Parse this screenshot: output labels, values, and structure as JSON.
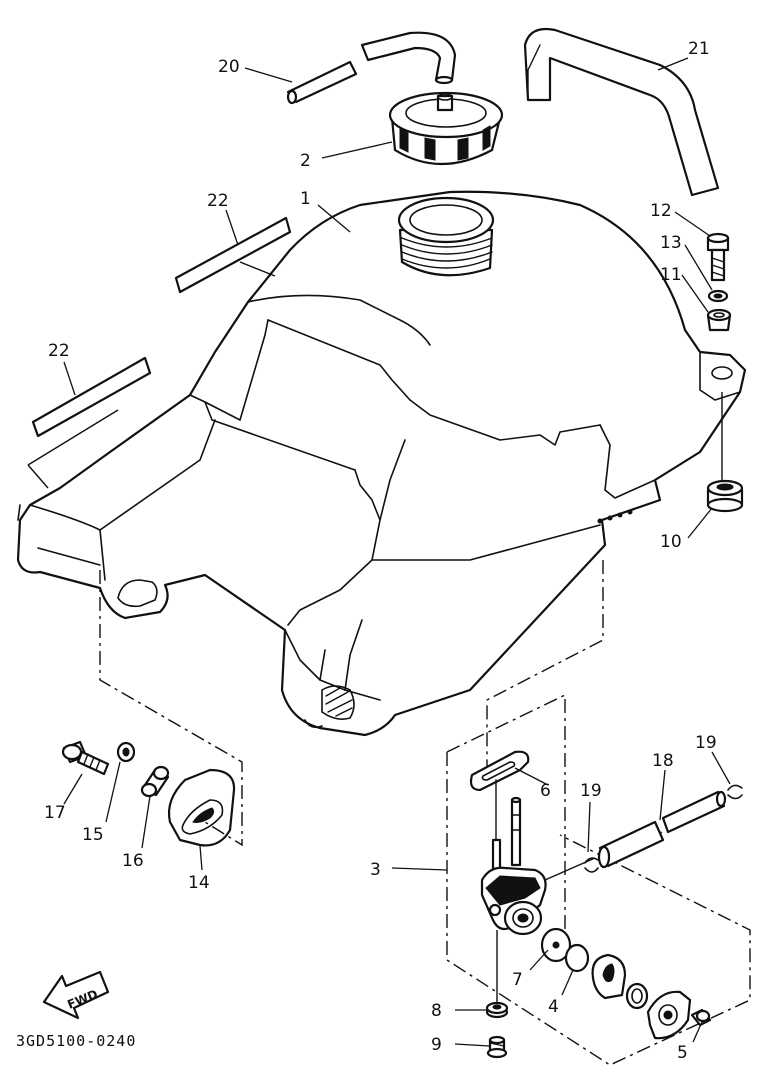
{
  "drawing_code": "3GD5100-0240",
  "fwd_label": "FWD",
  "callouts": [
    "1",
    "2",
    "3",
    "4",
    "5",
    "6",
    "7",
    "8",
    "9",
    "10",
    "11",
    "12",
    "13",
    "14",
    "15",
    "16",
    "17",
    "18",
    "19",
    "19",
    "20",
    "21",
    "22",
    "22"
  ]
}
